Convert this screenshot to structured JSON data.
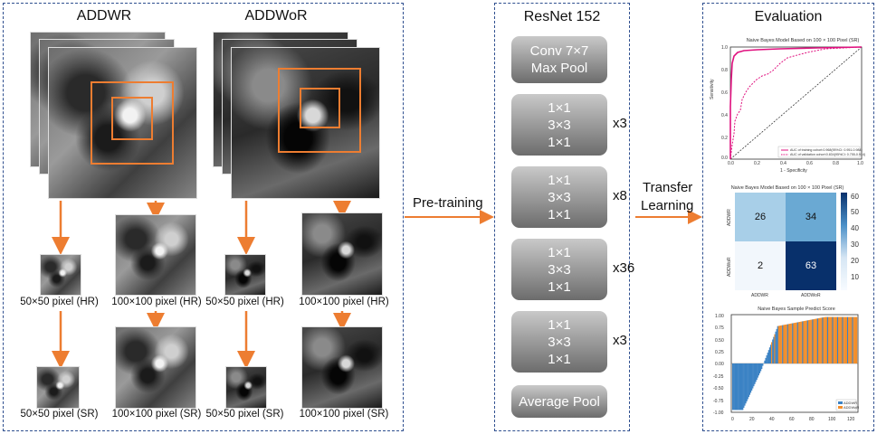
{
  "left_panel": {
    "addwr_title": "ADDWR",
    "addwor_title": "ADDWoR",
    "captions": {
      "wr_hr50": "50×50 pixel (HR)",
      "wr_hr100": "100×100 pixel (HR)",
      "wor_hr50": "50×50 pixel (HR)",
      "wor_hr100": "100×100 pixel (HR)",
      "wr_sr50": "50×50 pixel (SR)",
      "wr_sr100": "100×100 pixel (SR)",
      "wor_sr50": "50×50 pixel (SR)",
      "wor_sr100": "100×100 pixel (SR)"
    }
  },
  "arrows": {
    "pretraining": "Pre-training",
    "transfer_line1": "Transfer",
    "transfer_line2": "Learning"
  },
  "resnet": {
    "title": "ResNet 152",
    "block1": [
      "Conv 7×7",
      "Max Pool"
    ],
    "stages": [
      {
        "lines": [
          "1×1",
          "3×3",
          "1×1"
        ],
        "repeat": "x3"
      },
      {
        "lines": [
          "1×1",
          "3×3",
          "1×1"
        ],
        "repeat": "x8"
      },
      {
        "lines": [
          "1×1",
          "3×3",
          "1×1"
        ],
        "repeat": "x36"
      },
      {
        "lines": [
          "1×1",
          "3×3",
          "1×1"
        ],
        "repeat": "x3"
      }
    ],
    "last_block": "Average Pool"
  },
  "evaluation": {
    "title": "Evaluation",
    "roc": {
      "title": "Naive Bayes Model Based on 100 × 100 Pixel (SR)",
      "xlabel": "1 - Specificity",
      "ylabel": "Sensitivity",
      "legend1": "AUC of training cohort:0.968(95%CI: 0.951-0.984)",
      "legend2": "AUC of validation cohort:0.834(95%CI: 0.755-0.914)",
      "ticks": [
        "0.0",
        "0.2",
        "0.4",
        "0.6",
        "0.8",
        "1.0"
      ],
      "colors": {
        "train": "#e0117f",
        "valid": "#e0117f",
        "diag": "#222222"
      }
    },
    "cm": {
      "title": "Naive Bayes Model Based on 100 × 100 Pixel (SR)",
      "row_labels": [
        "ADDWR",
        "ADDWoR"
      ],
      "col_labels": [
        "ADDWR",
        "ADDWoR"
      ],
      "values": [
        [
          26,
          34
        ],
        [
          2,
          63
        ]
      ],
      "colorbar_ticks": [
        "60",
        "50",
        "40",
        "30",
        "20",
        "10"
      ]
    },
    "predict": {
      "title": "Naive Bayes Sample Predict Score",
      "y_ticks": [
        "1.00",
        "0.75",
        "0.50",
        "0.25",
        "0.00",
        "-0.25",
        "-0.50",
        "-0.75",
        "-1.00"
      ],
      "x_ticks": [
        "0",
        "20",
        "40",
        "60",
        "80",
        "100",
        "120"
      ],
      "legend": [
        "ADDWR",
        "ADDWoR"
      ],
      "colors": {
        "addwr": "#3b82c4",
        "addwor": "#f28e2b"
      }
    }
  }
}
